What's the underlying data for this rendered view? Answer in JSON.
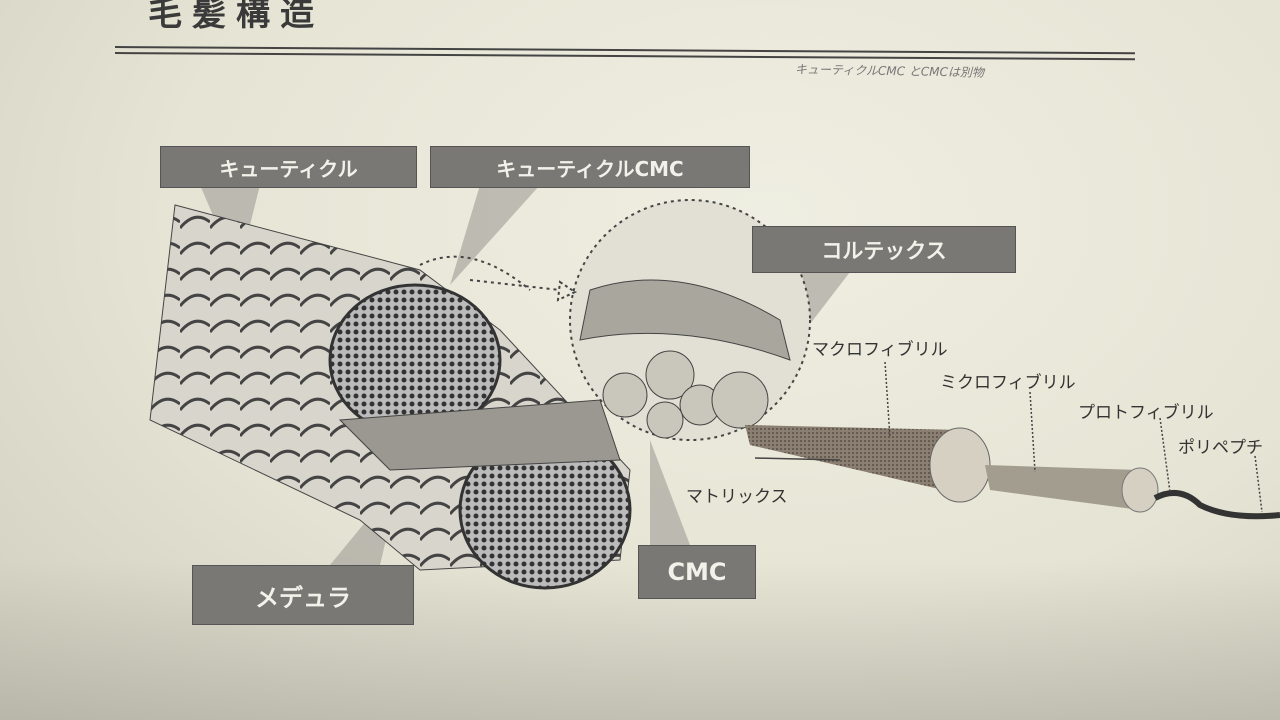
{
  "title": "毛髪構造",
  "handwritten_note": "キューティクルCMC とCMCは別物",
  "labels": {
    "cuticle": "キューティクル",
    "cuticle_cmc": "キューティクルCMC",
    "cortex": "コルテックス",
    "medulla": "メデュラ",
    "cmc": "CMC",
    "macrofibril": "マクロフィブリル",
    "microfibril": "ミクロフィブリル",
    "protofibril": "プロトフィブリル",
    "polypeptide": "ポリペプチ",
    "matrix": "マトリックス"
  }
}
